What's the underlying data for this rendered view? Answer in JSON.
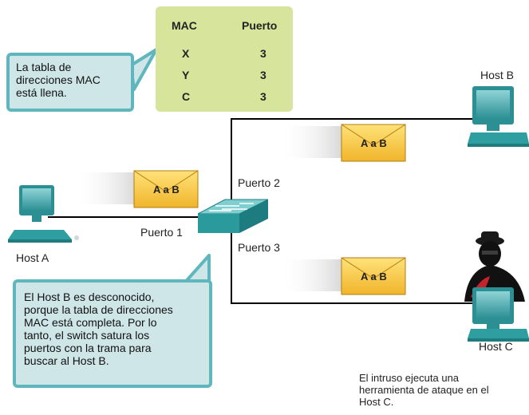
{
  "mac_table": {
    "headers": [
      "MAC",
      "Puerto"
    ],
    "rows": [
      {
        "mac": "X",
        "port": "3"
      },
      {
        "mac": "Y",
        "port": "3"
      },
      {
        "mac": "C",
        "port": "3"
      }
    ]
  },
  "callouts": {
    "table_full": [
      "La tabla de",
      "direcciones MAC",
      "está llena."
    ],
    "unknown_host": [
      "El Host B es desconocido,",
      "porque la tabla de direcciones",
      "MAC está completa. Por lo",
      "tanto, el switch satura los",
      "puertos con la trama para",
      "buscar al Host B."
    ]
  },
  "hosts": {
    "a": "Host A",
    "b": "Host B",
    "c": "Host C"
  },
  "ports": {
    "p1": "Puerto 1",
    "p2": "Puerto 2",
    "p3": "Puerto 3"
  },
  "frames": {
    "f1": "A a B",
    "f2": "A a B",
    "f3": "A a B"
  },
  "intruder_note": [
    "El intruso ejecuta una",
    "herramienta de ataque en el",
    "Host C."
  ],
  "colors": {
    "table_bg": "#d7e49b",
    "callout_bg": "#cfe6e8",
    "callout_border": "#5fb7bd",
    "envelope": "#f7c843",
    "computer": "#3aa6a8",
    "switch": "#2a9a9c"
  }
}
